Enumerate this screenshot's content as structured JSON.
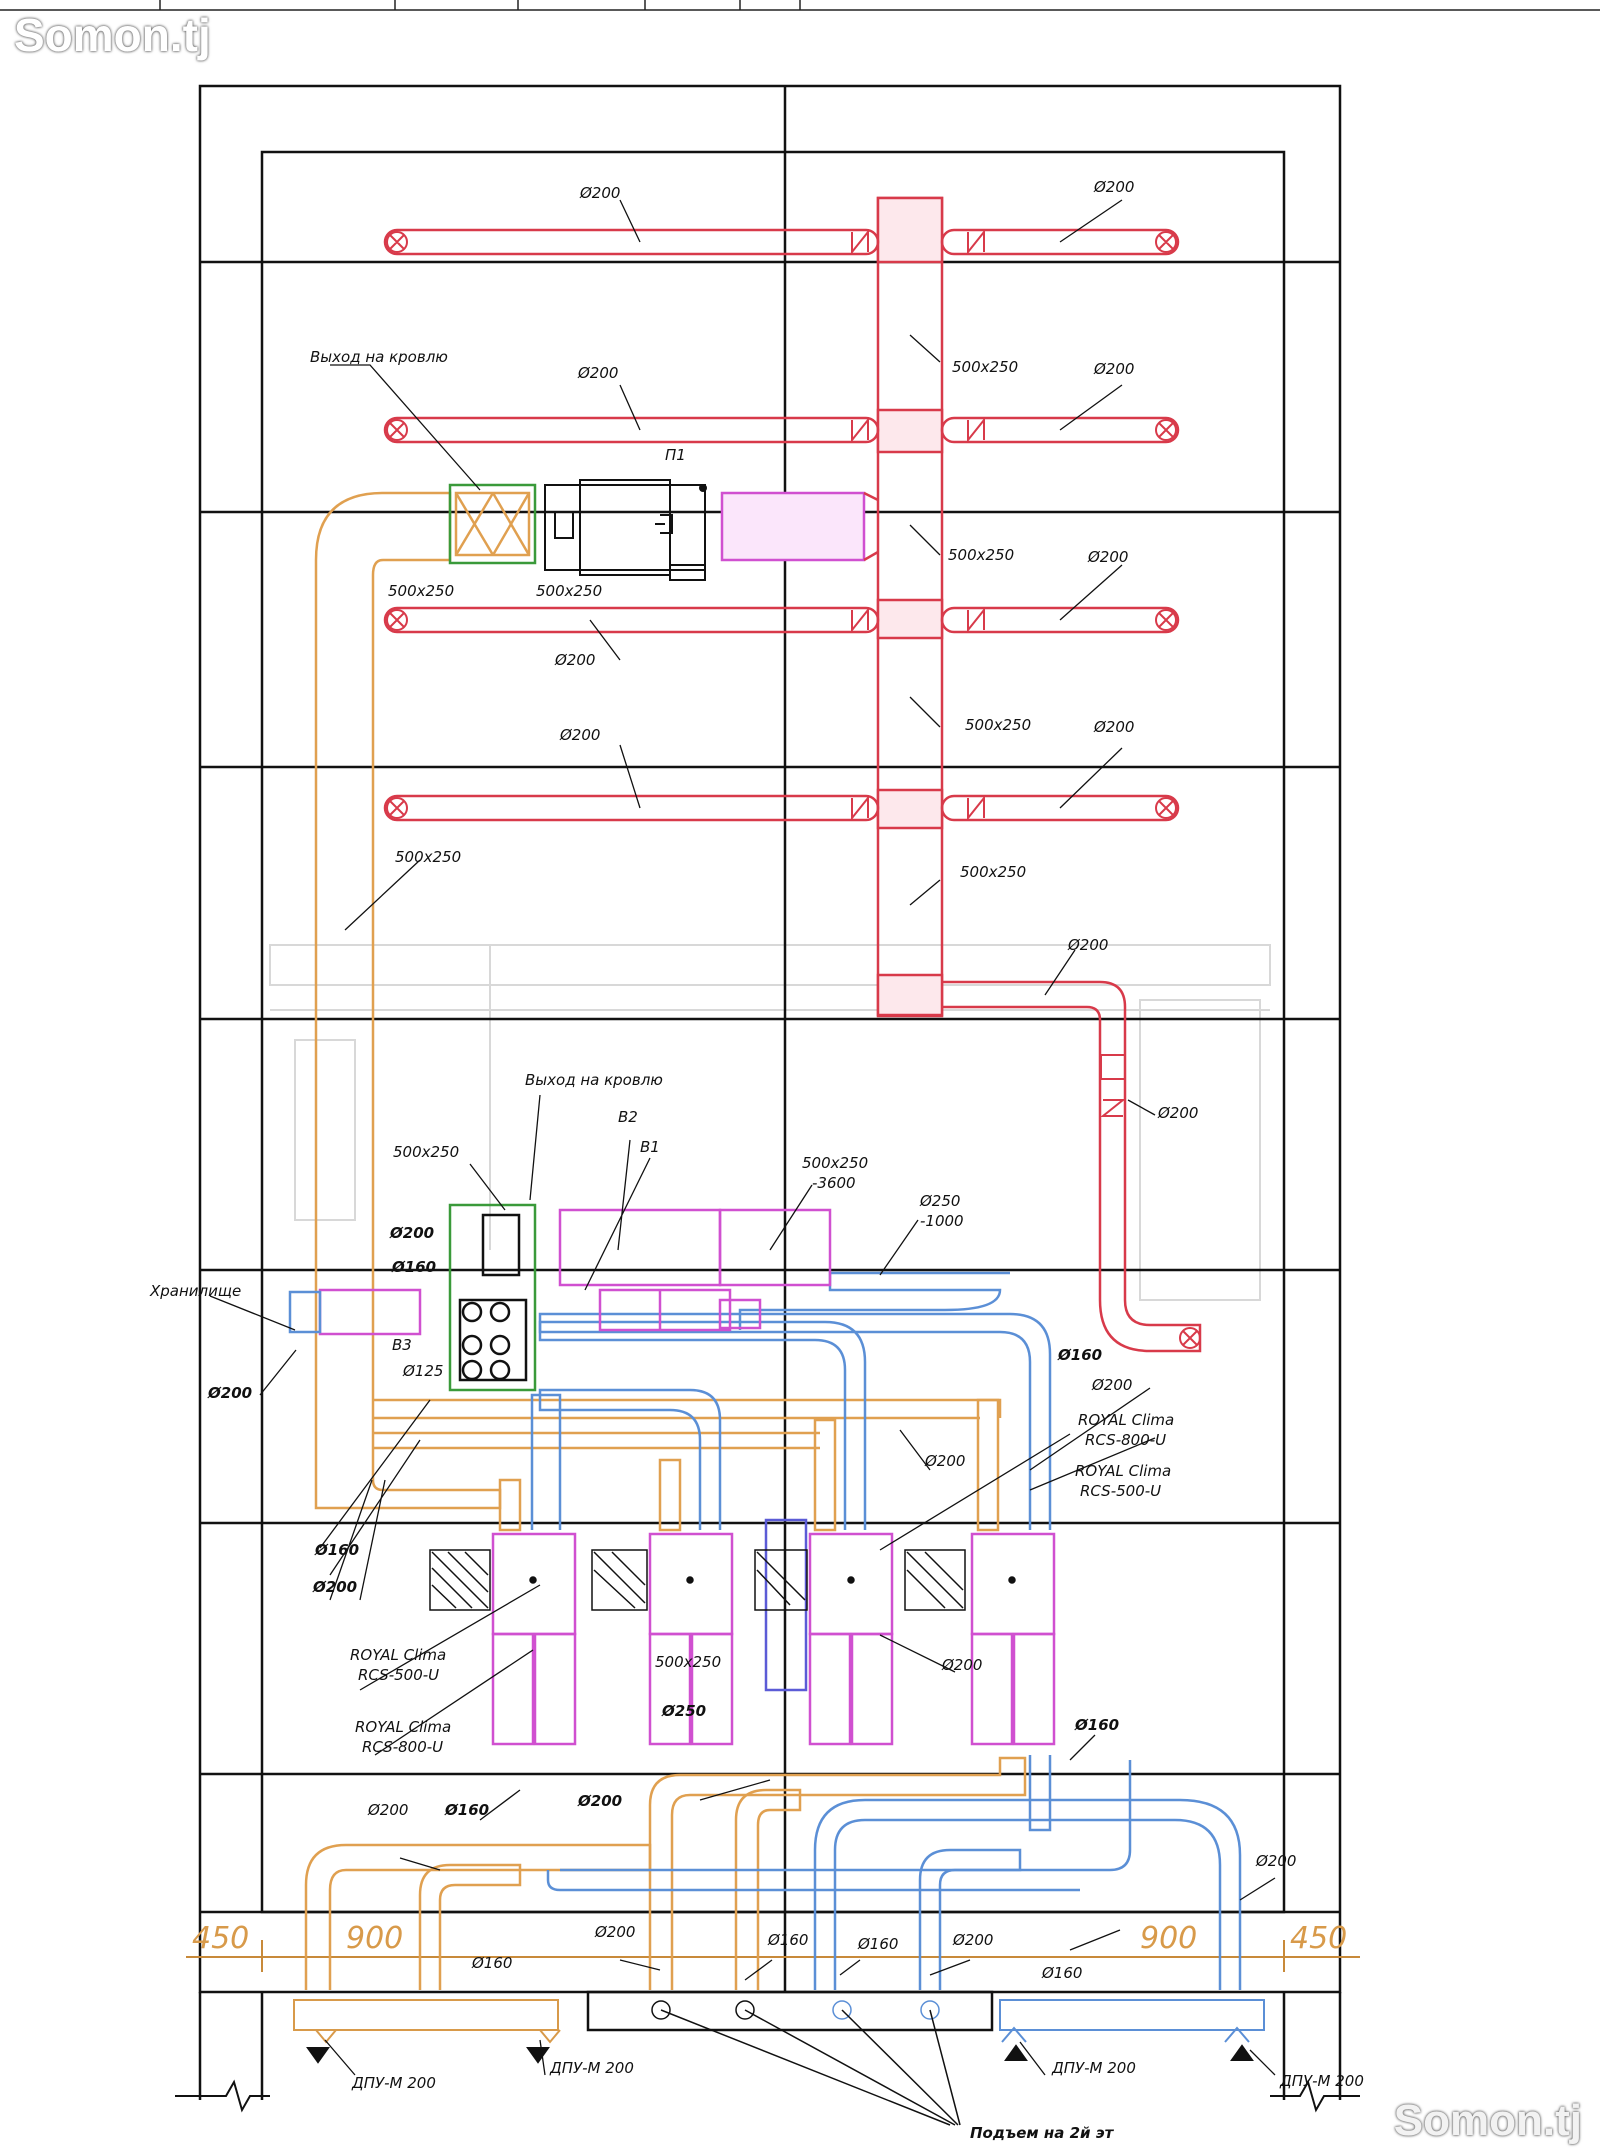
{
  "watermark": {
    "top": "Somon.tj",
    "bottom": "Somon.tj"
  },
  "colors": {
    "supply": "#d83a4a",
    "exhaust": "#e0a050",
    "return_blue": "#5b8fd6",
    "magenta": "#d050d0",
    "green": "#3a9a3a",
    "grid": "#111111",
    "dim": "#d89a4a"
  },
  "labels": {
    "roof_exit_top": "Выход на кровлю",
    "roof_exit_mid": "Выход на кровлю",
    "p1": "П1",
    "b2": "В2",
    "b1": "В1",
    "b3": "В3",
    "storage": "Хранилище",
    "lift": "Подъем на 2й эт",
    "royal_500_a": "ROYAL Clima",
    "royal_500_a2": "RCS-500-U",
    "royal_800_a": "ROYAL Clima",
    "royal_800_a2": "RCS-800-U",
    "royal_800_b": "ROYAL Clima",
    "royal_800_b2": "RCS-800-U",
    "royal_500_b": "ROYAL Clima",
    "royal_500_b2": "RCS-500-U",
    "dpu_1": "ДПУ-М 200",
    "dpu_2": "ДПУ-М 200",
    "dpu_3": "ДПУ-М 200",
    "dpu_4": "ДПУ-М 200"
  },
  "duct_sizes": {
    "d200_r1l": "Ø200",
    "d200_r1r": "Ø200",
    "d200_r2l": "Ø200",
    "d200_r2r": "Ø200",
    "d200_r3l": "Ø200",
    "d200_r3r": "Ø200",
    "d200_r4l": "Ø200",
    "d200_r4r": "Ø200",
    "m500_1": "500х250",
    "m500_2": "500х250",
    "m500_3": "500х250",
    "m500_4": "500х250",
    "p500_a": "500х250",
    "p500_b": "500х250",
    "ex500": "500х250",
    "d200_riser": "Ø200",
    "d200_riser2": "Ø200",
    "d200_bend": "Ø200",
    "b500": "500х250",
    "b500_3600": "500х250",
    "b3600": "-3600",
    "d250": "Ø250",
    "d250_1000": "-1000",
    "d200_in": "Ø200",
    "d160_in": "Ø160",
    "d125": "Ø125",
    "d200_store": "Ø200",
    "d160_r": "Ø160",
    "d200_r": "Ø200",
    "d160_l": "Ø160",
    "d200_l": "Ø200",
    "d200_u3": "Ø200",
    "u500": "500х250",
    "u250": "Ø250",
    "d160_u4": "Ø160",
    "d200_b1": "Ø200",
    "d160_b1": "Ø160",
    "d200_b2": "Ø200",
    "d200_b3": "Ø200",
    "d160_b2": "Ø160",
    "d200_f1": "Ø200",
    "d160_f1": "Ø160",
    "d160_f2": "Ø160",
    "d200_f2": "Ø200",
    "d160_f3": "Ø160"
  },
  "dimensions": {
    "left_450": "450",
    "left_900": "900",
    "right_900": "900",
    "right_450": "450"
  }
}
